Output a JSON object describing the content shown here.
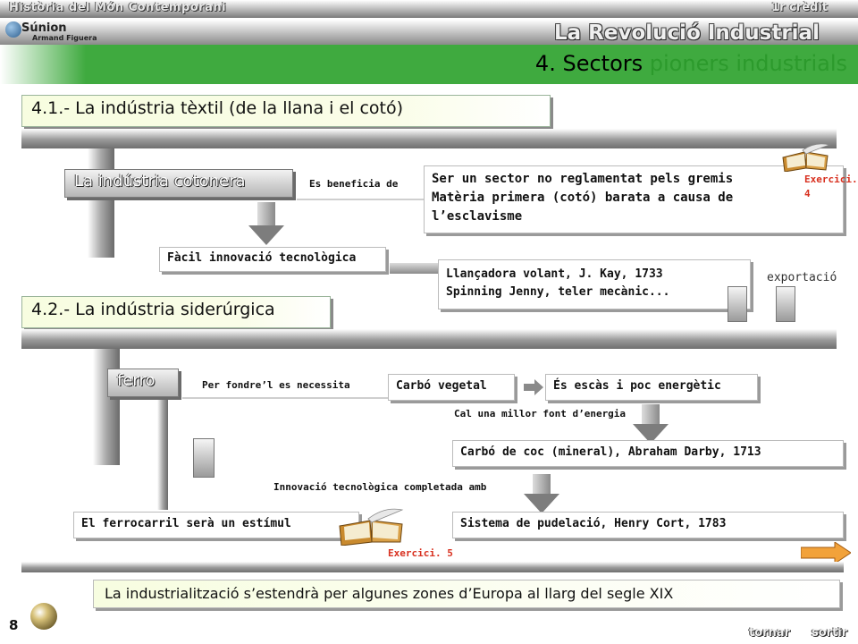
{
  "header": {
    "course_title": "Història del Món Contemporani",
    "credit": "1r crèdit",
    "logo_name": "Súnion",
    "logo_author": "Armand Figuera",
    "unit_title": "La Revolució Industrial",
    "section_number": "4.",
    "section_title_part1": "Sectors",
    "section_title_part2": "pioners industrials"
  },
  "cotton": {
    "heading": "4.1.- La indústria tèxtil (de la llana i el cotó)",
    "sector_label": "La indústria cotonera",
    "benefit_label": "Es beneficia de",
    "benefit_lines": [
      "Ser un sector no reglamentat pels gremis",
      "Matèria primera (cotó) barata a causa de",
      "l’esclavisme"
    ],
    "exercise_link": "Exercici. 4",
    "innovation_label": "Fàcil innovació tecnològica",
    "inventions_lines": [
      "Llançadora volant, J. Kay, 1733",
      "Spinning Jenny, teler mecànic..."
    ],
    "export_label": "exportació"
  },
  "iron": {
    "heading": "4.2.- La indústria siderúrgica",
    "sector_label": "ferro",
    "need_label": "Per fondre’l es necessita",
    "charcoal_label": "Carbó vegetal",
    "scarce_label": "És escàs i poc energètic",
    "better_fuel_label": "Cal una millor font d’energia",
    "coke_label": "Carbó de coc (mineral), Abraham Darby, 1713",
    "innovation_label": "Innovació tecnològica completada amb",
    "railway_label": "El ferrocarril serà un estímul",
    "puddling_label": "Sistema de pudelació, Henry Cort, 1783",
    "exercise_link": "Exercici. 5"
  },
  "footer": {
    "conclusion": "La industrialització s’estendrà per algunes zones d’Europa al llarg del segle XIX",
    "page_number": "8",
    "back_label": "tornar",
    "exit_label": "sortir"
  }
}
